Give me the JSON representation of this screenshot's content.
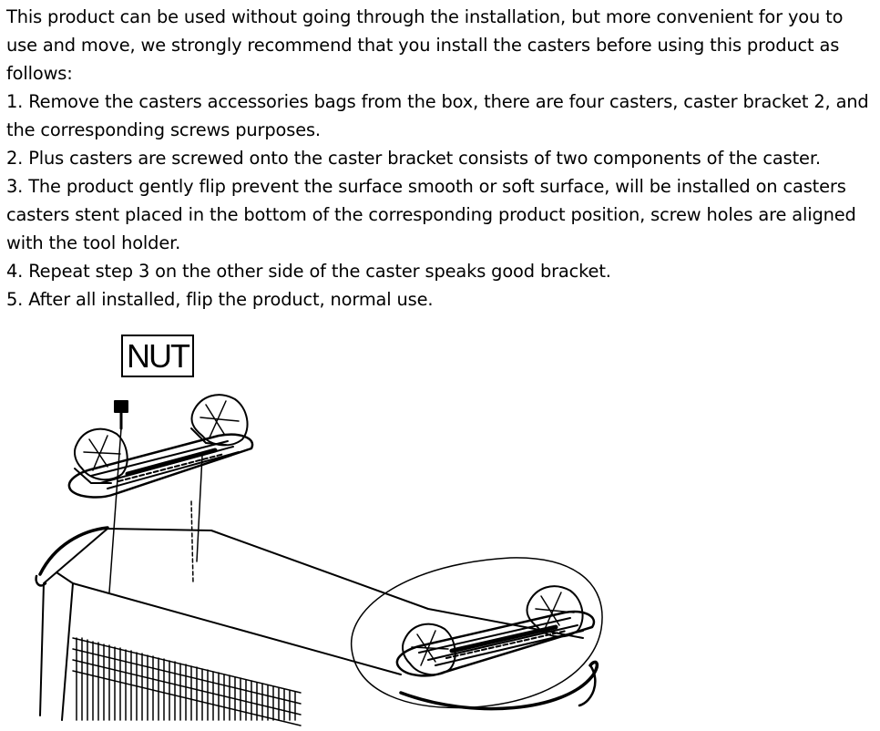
{
  "instructions": {
    "intro": "This product can be used without going through the installation, but more convenient for you to use and move, we strongly recommend that you install the casters before using this product as follows:",
    "steps": [
      "1.  Remove the casters accessories bags from the box, there are four casters, caster bracket 2, and the corresponding screws purposes.",
      "2.  Plus casters are screwed onto the caster bracket consists of two components of the caster.",
      "3.  The product gently flip prevent the surface smooth or soft surface, will be installed on casters casters stent placed in the bottom of the corresponding product position, screw holes are aligned with the tool holder.",
      "4.  Repeat step 3 on the other side of the caster speaks good bracket.",
      "5.  After all installed, flip the product, normal use."
    ]
  },
  "diagram": {
    "label": "NUT"
  }
}
